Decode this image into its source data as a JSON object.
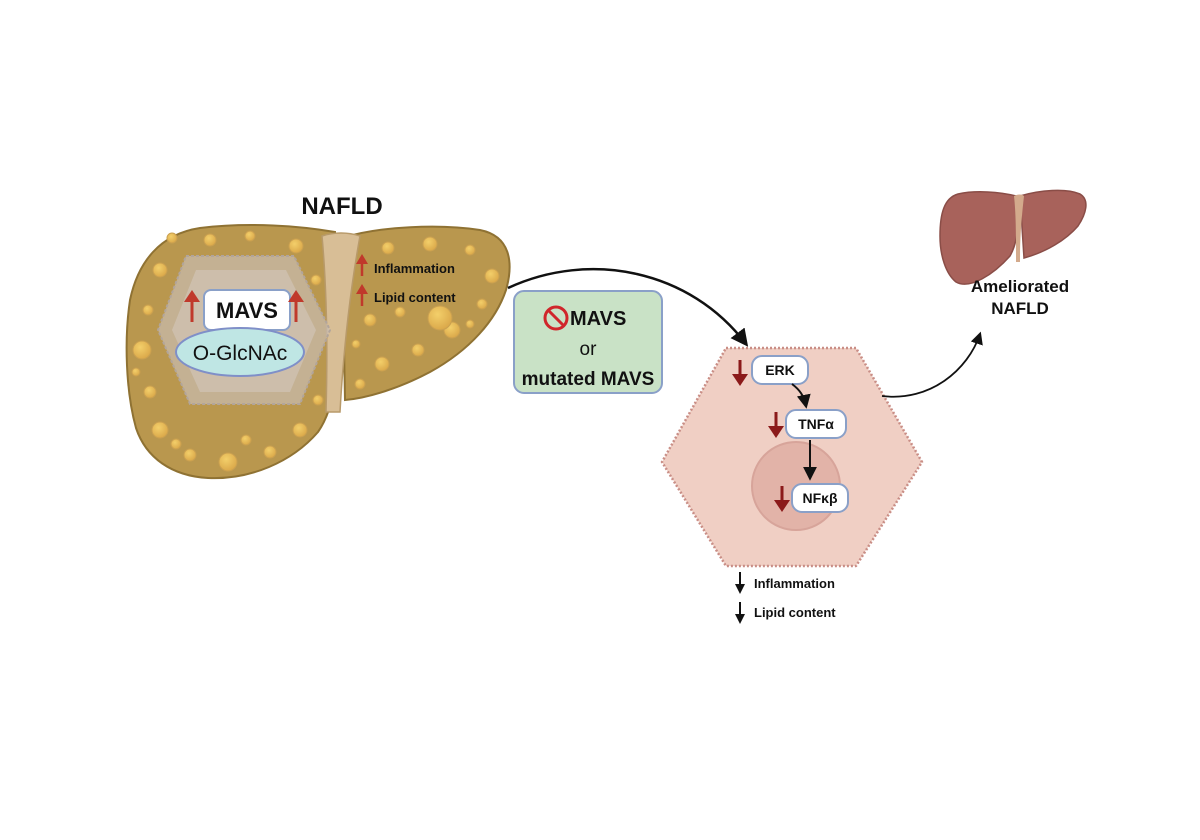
{
  "fatty_liver": {
    "title": "NAFLD",
    "cell_label": "MAVS",
    "modification_label": "O-GlcNAc",
    "effects": [
      "Inflammation",
      "Lipid content"
    ]
  },
  "intervention": {
    "line1": "MAVS",
    "line2": "or",
    "line3": "mutated MAVS"
  },
  "hepatocyte": {
    "pathway": [
      "ERK",
      "TNFα",
      "NFκβ"
    ],
    "effects": [
      "Inflammation",
      "Lipid content"
    ]
  },
  "outcome": {
    "line1": "Ameliorated",
    "line2": "NAFLD"
  },
  "colors": {
    "liver_fatty": "#b9974e",
    "liver_healthy": "#a8625b",
    "cell_fill": "#f0cfc4",
    "up_arrow": "#c0392b",
    "down_arrow": "#8b1a1a",
    "intervention_box": "#c9e2c6",
    "oglcnac": "#bfe6e4"
  }
}
